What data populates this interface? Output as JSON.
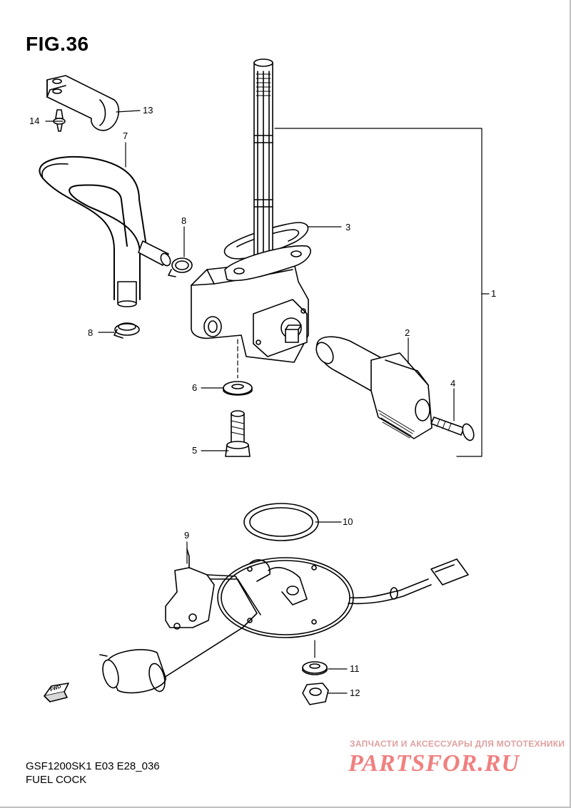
{
  "figure": {
    "title": "FIG.36"
  },
  "callouts": [
    "1",
    "2",
    "3",
    "4",
    "5",
    "6",
    "7",
    "8",
    "8",
    "9",
    "10",
    "11",
    "12",
    "13",
    "14"
  ],
  "direction_badge": "FWD",
  "footer": {
    "code": "GSF1200SK1  E03  E28_036",
    "caption": "FUEL COCK"
  },
  "watermark": {
    "tagline": "ЗАПЧАСТИ И АКСЕССУАРЫ ДЛЯ МОТОТЕХНИКИ",
    "brand": "PARTSFOR.RU"
  }
}
